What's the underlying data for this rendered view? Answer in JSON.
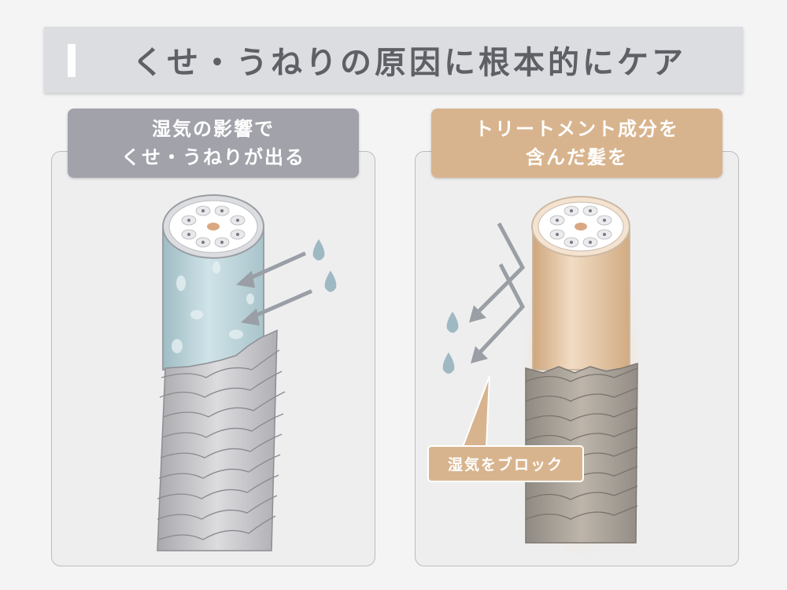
{
  "title": "くせ・うねりの原因に根本的にケア",
  "left_panel": {
    "heading_line1": "湿気の影響で",
    "heading_line2": "くせ・うねりが出る"
  },
  "right_panel": {
    "heading_line1": "トリートメント成分を",
    "heading_line2": "含んだ髪を",
    "callout": "湿気をブロック"
  },
  "colors": {
    "title_bar": "#dcdde1",
    "left_heading": "#a1a2aa",
    "right_heading": "#d8b48e",
    "moisture_hair": "#bfd6dc",
    "treated_hair": "#e6c7a6"
  },
  "icons": [
    "water-drop-icon",
    "arrow-icon",
    "hair-strand-icon",
    "cuticle-icon"
  ]
}
